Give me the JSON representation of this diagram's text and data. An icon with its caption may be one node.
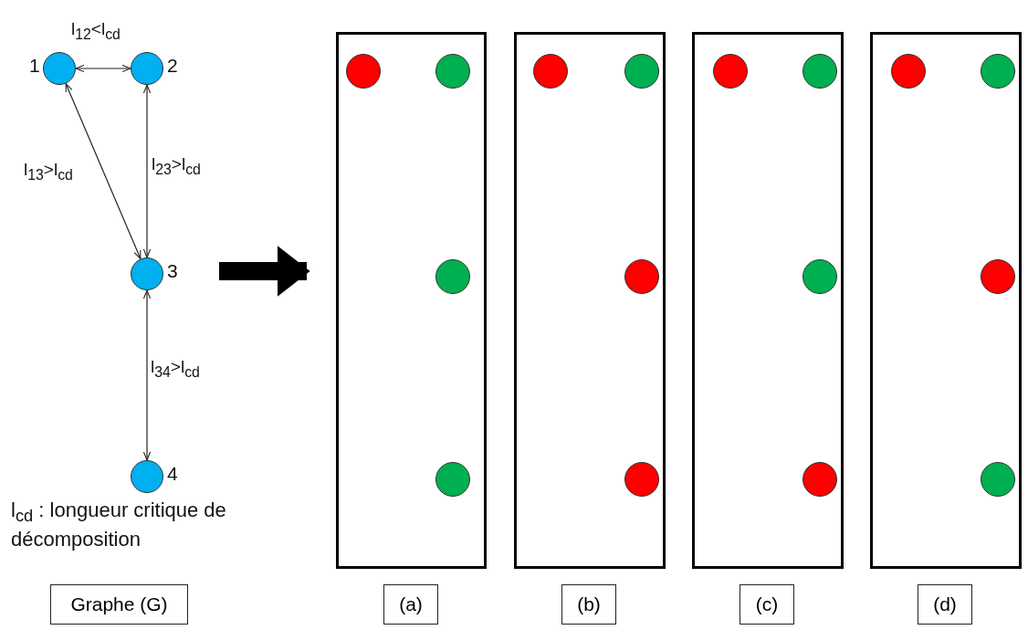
{
  "diagram": {
    "nodes": [
      {
        "text": [],
        "shape": "circle",
        "beside": [
          "1"
        ]
      },
      {
        "text": [],
        "shape": "circle",
        "beside": [
          "2"
        ]
      },
      {
        "text": [],
        "shape": "circle",
        "beside": [
          "3"
        ]
      },
      {
        "text": [],
        "shape": "circle",
        "beside": [
          "4"
        ]
      },
      {
        "text": [],
        "shape": "box"
      },
      {
        "text": [],
        "shape": "circle",
        "in": 4
      },
      {
        "text": [],
        "shape": "circle",
        "in": 4
      },
      {
        "text": [],
        "shape": "circle",
        "in": 4
      },
      {
        "text": [],
        "shape": "circle",
        "in": 4
      },
      {
        "text": [],
        "shape": "box"
      },
      {
        "text": [],
        "shape": "circle",
        "in": 9
      },
      {
        "text": [],
        "shape": "circle",
        "in": 9
      },
      {
        "text": [],
        "shape": "circle",
        "in": 9
      },
      {
        "text": [],
        "shape": "circle",
        "in": 9
      },
      {
        "text": [],
        "shape": "box"
      },
      {
        "text": [],
        "shape": "circle",
        "in": 14
      },
      {
        "text": [],
        "shape": "circle",
        "in": 14
      },
      {
        "text": [],
        "shape": "circle",
        "in": 14
      },
      {
        "text": [],
        "shape": "circle",
        "in": 14
      },
      {
        "text": [],
        "shape": "box"
      },
      {
        "text": [],
        "shape": "circle",
        "in": 19
      },
      {
        "text": [],
        "shape": "circle",
        "in": 19
      },
      {
        "text": [],
        "shape": "circle",
        "in": 19
      },
      {
        "text": [],
        "shape": "circle",
        "in": 19
      },
      {
        "text": [
          "Graphe (G)"
        ]
      },
      {
        "text": [
          "(a)"
        ]
      },
      {
        "text": [
          "(b)"
        ]
      },
      {
        "text": [
          "(c)"
        ]
      },
      {
        "text": [
          "(d)"
        ]
      }
    ],
    "edges": [
      {
        "from": 0,
        "to": 1,
        "arrow": "both",
        "label": "l$_{12}$<l$_{cd}$"
      },
      {
        "from": 0,
        "to": 2,
        "arrow": "both",
        "label": "l$_{13}$>l$_{cd}$"
      },
      {
        "from": 1,
        "to": 2,
        "arrow": "both",
        "label": "l$_{23}$>l$_{cd}$"
      },
      {
        "from": 2,
        "to": 3,
        "arrow": "both",
        "label": "l$_{34}$>l$_{cd}$"
      },
      {
        "from": null,
        "to": 4,
        "arrow": "to",
        "style": "thick"
      }
    ],
    "labels": [
      "l$_{cd}$ : longueur critique de décomposition"
    ]
  }
}
